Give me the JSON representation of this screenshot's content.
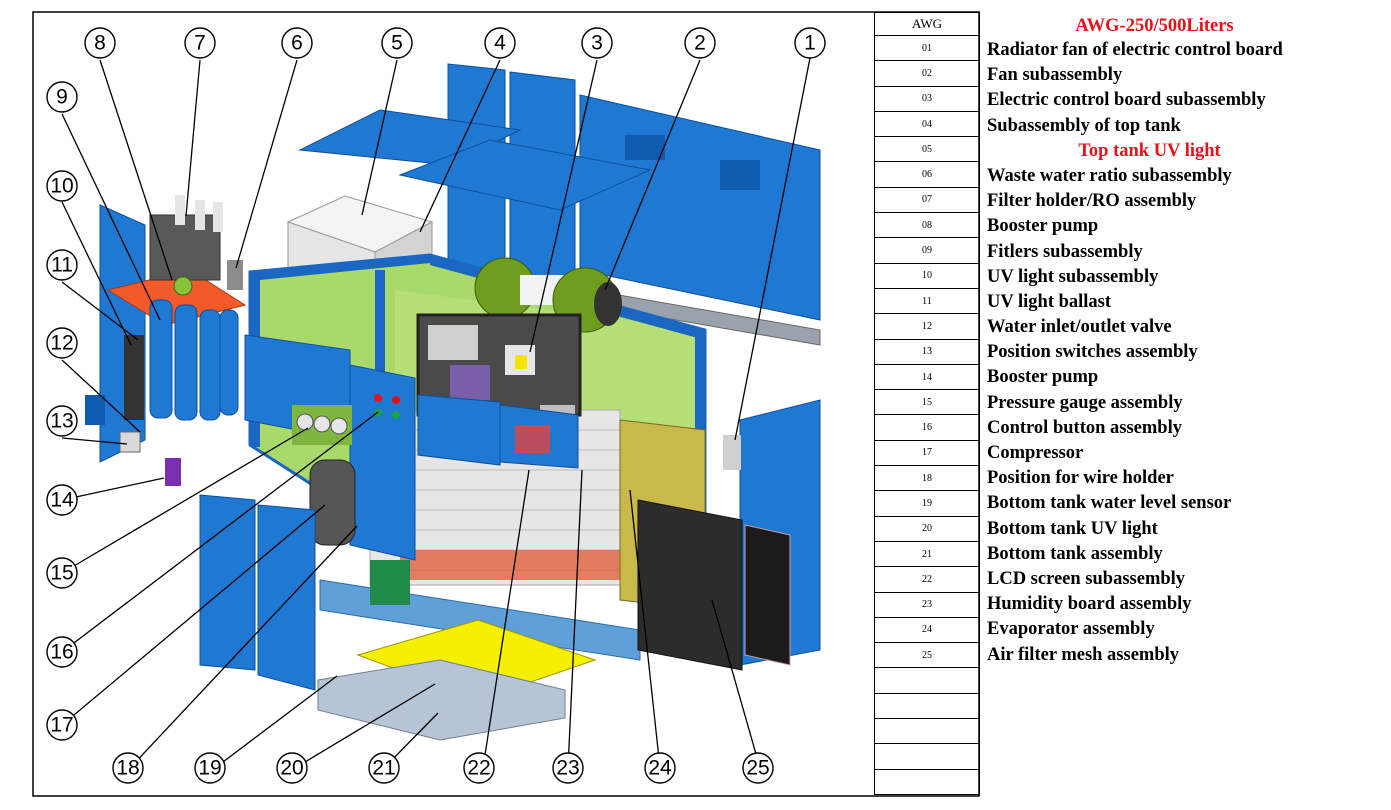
{
  "table": {
    "header": "AWG",
    "model_title": "AWG-250/500Liters",
    "colors": {
      "red_text": "#e8111a",
      "panel_blue": "#1f78d1",
      "frame_blue": "#1a66c2",
      "green": "#8ac23a",
      "yellow": "#f4f000"
    },
    "rows": [
      {
        "code": "01",
        "name": "Radiator fan of electric control board",
        "red": false
      },
      {
        "code": "02",
        "name": "Fan  subassembly",
        "red": false
      },
      {
        "code": "03",
        "name": "Electric control board subassembly",
        "red": false
      },
      {
        "code": "04",
        "name": "Subassembly of top  tank",
        "red": false
      },
      {
        "code": "05",
        "name": "Top tank UV light",
        "red": true
      },
      {
        "code": "06",
        "name": "Waste water ratio subassembly",
        "red": false
      },
      {
        "code": "07",
        "name": "Filter   holder/RO   assembly",
        "red": false
      },
      {
        "code": "08",
        "name": "Booster  pump",
        "red": false
      },
      {
        "code": "09",
        "name": "Fitlers subassembly",
        "red": false
      },
      {
        "code": "10",
        "name": "UV light subassembly",
        "red": false
      },
      {
        "code": "11",
        "name": "UV light ballast",
        "red": false
      },
      {
        "code": "12",
        "name": "Water inlet/outlet valve",
        "red": false
      },
      {
        "code": "13",
        "name": "Position switches assembly",
        "red": false
      },
      {
        "code": "14",
        "name": "Booster pump",
        "red": false
      },
      {
        "code": "15",
        "name": "Pressure  gauge  assembly",
        "red": false
      },
      {
        "code": "16",
        "name": "Control  button  assembly",
        "red": false
      },
      {
        "code": "17",
        "name": "Compressor",
        "red": false
      },
      {
        "code": "18",
        "name": "Position   for   wire   holder",
        "red": false
      },
      {
        "code": "19",
        "name": "Bottom tank water level sensor",
        "red": false
      },
      {
        "code": "20",
        "name": "Bottom tank UV light",
        "red": false
      },
      {
        "code": "21",
        "name": "Bottom  tank   assembly",
        "red": false
      },
      {
        "code": "22",
        "name": "LCD screen subassembly",
        "red": false
      },
      {
        "code": "23",
        "name": "Humidity board assembly",
        "red": false
      },
      {
        "code": "24",
        "name": "Evaporator assembly",
        "red": false
      },
      {
        "code": "25",
        "name": "Air filter mesh assembly",
        "red": false
      }
    ],
    "empty_rows": 5
  },
  "callouts": [
    "1",
    "2",
    "3",
    "4",
    "5",
    "6",
    "7",
    "8",
    "9",
    "10",
    "11",
    "12",
    "13",
    "14",
    "15",
    "16",
    "17",
    "18",
    "19",
    "20",
    "21",
    "22",
    "23",
    "24",
    "25"
  ]
}
